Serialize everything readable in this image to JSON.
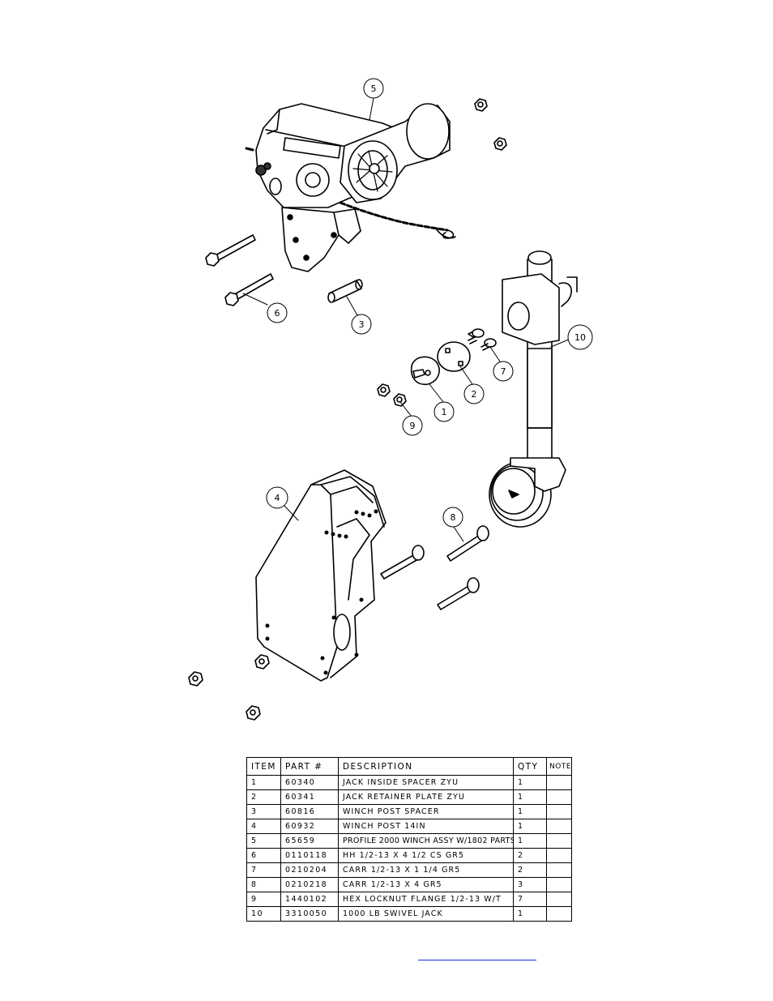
{
  "callouts": [
    "1",
    "2",
    "3",
    "4",
    "5",
    "6",
    "7",
    "8",
    "9",
    "10"
  ],
  "bom": {
    "headers": [
      "ITEM",
      "PART #",
      "DESCRIPTION",
      "QTY",
      "NOTE"
    ],
    "rows": [
      {
        "item": "1",
        "part": "60340",
        "description": "JACK INSIDE SPACER ZYU",
        "qty": "1",
        "note": ""
      },
      {
        "item": "2",
        "part": "60341",
        "description": "JACK RETAINER PLATE ZYU",
        "qty": "1",
        "note": ""
      },
      {
        "item": "3",
        "part": "60816",
        "description": "WINCH POST SPACER",
        "qty": "1",
        "note": ""
      },
      {
        "item": "4",
        "part": "60932",
        "description": "WINCH POST   14IN",
        "qty": "1",
        "note": ""
      },
      {
        "item": "5",
        "part": "65659",
        "description": "PROFILE 2000 WINCH ASSY W/1802 PARTS",
        "qty": "1",
        "note": ""
      },
      {
        "item": "6",
        "part": "0110118",
        "description": "HH 1/2-13 X 4 1/2 CS GR5",
        "qty": "2",
        "note": ""
      },
      {
        "item": "7",
        "part": "0210204",
        "description": "CARR 1/2-13 X 1 1/4 GR5",
        "qty": "2",
        "note": ""
      },
      {
        "item": "8",
        "part": "0210218",
        "description": "CARR 1/2-13 X 4 GR5",
        "qty": "3",
        "note": ""
      },
      {
        "item": "9",
        "part": "1440102",
        "description": "HEX LOCKNUT FLANGE 1/2-13 W/T",
        "qty": "7",
        "note": ""
      },
      {
        "item": "10",
        "part": "3310050",
        "description": "1000 LB SWIVEL JACK",
        "qty": "1",
        "note": ""
      }
    ]
  },
  "colors": {
    "line": "#000000",
    "link": "#1a2bd6"
  }
}
